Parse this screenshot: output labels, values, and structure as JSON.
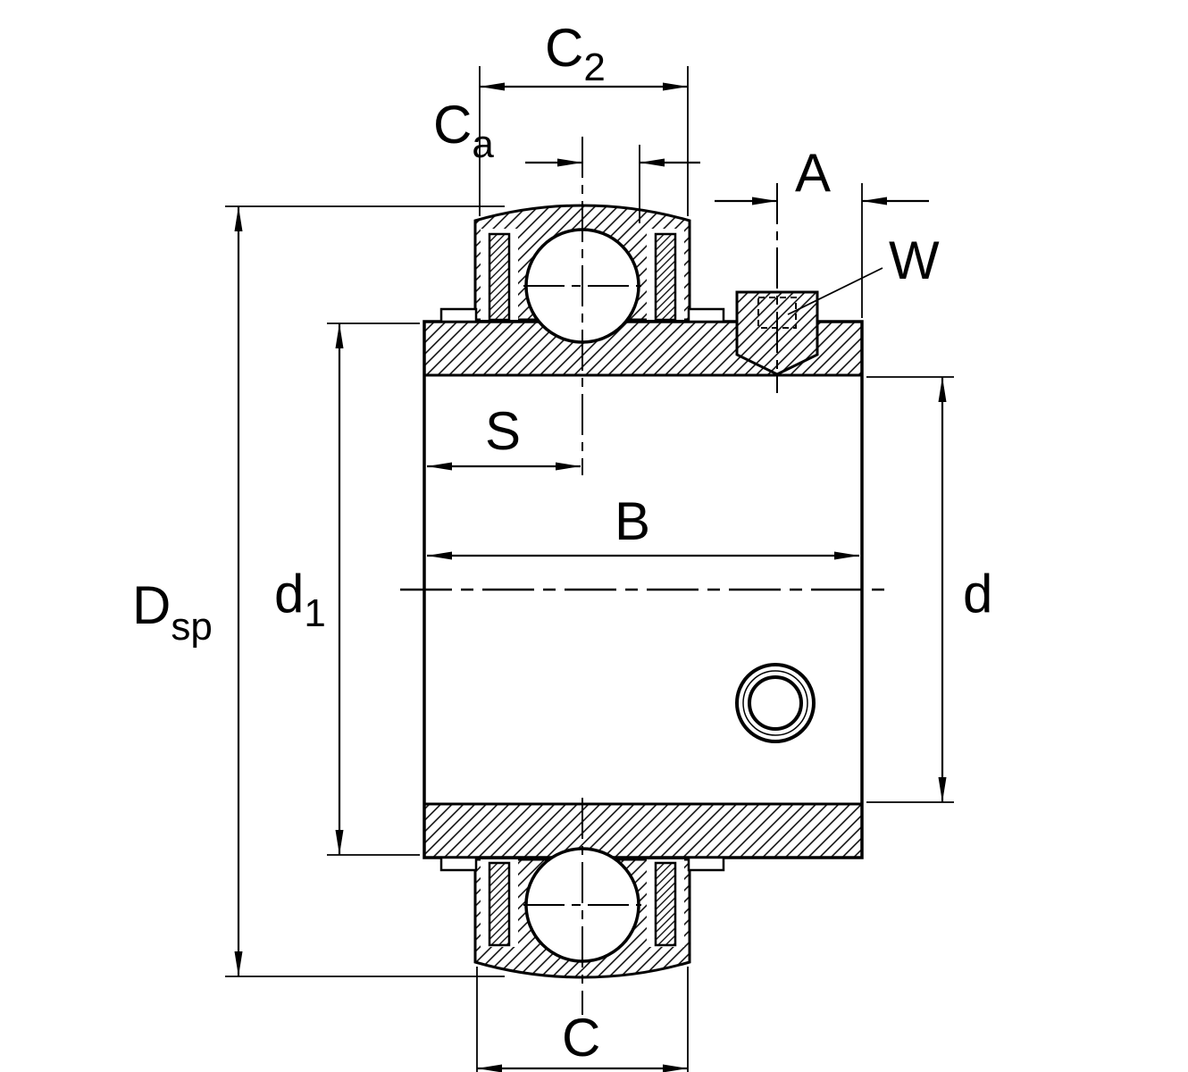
{
  "drawing": {
    "type": "bearing-insert-cross-section",
    "colors": {
      "line": "#000000",
      "background": "#ffffff"
    },
    "labels": {
      "c2": {
        "main": "C",
        "sub": "2"
      },
      "ca": {
        "main": "C",
        "sub": "a"
      },
      "a": {
        "main": "A"
      },
      "w": {
        "main": "W"
      },
      "s": {
        "main": "S"
      },
      "b": {
        "main": "B"
      },
      "d1": {
        "main": "d",
        "sub": "1"
      },
      "dsp": {
        "main": "D",
        "sub": "sp"
      },
      "d": {
        "main": "d"
      },
      "c": {
        "main": "C"
      }
    }
  }
}
